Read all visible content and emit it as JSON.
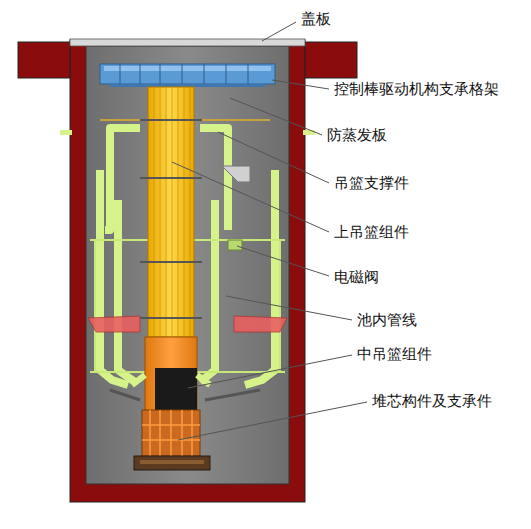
{
  "diagram": {
    "labels": [
      "盖板",
      "控制棒驱动机构支承格架",
      "防蒸发板",
      "吊篮支撑件",
      "上吊篮组件",
      "电磁阀",
      "池内管线",
      "中吊篮组件",
      "堆芯构件及支承件"
    ]
  }
}
